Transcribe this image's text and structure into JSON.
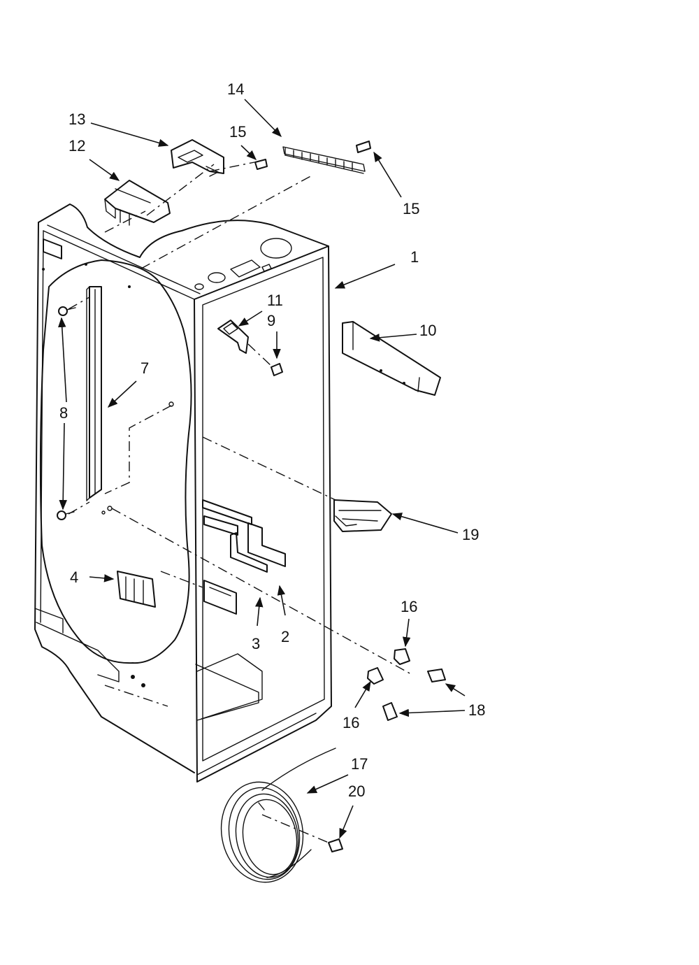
{
  "callouts": {
    "c1": "1",
    "c2": "2",
    "c3": "3",
    "c4": "4",
    "c7": "7",
    "c8": "8",
    "c9": "9",
    "c10": "10",
    "c11": "11",
    "c12": "12",
    "c13": "13",
    "c14": "14",
    "c15a": "15",
    "c15b": "15",
    "c16a": "16",
    "c16b": "16",
    "c17": "17",
    "c18": "18",
    "c19": "19",
    "c20": "20"
  }
}
